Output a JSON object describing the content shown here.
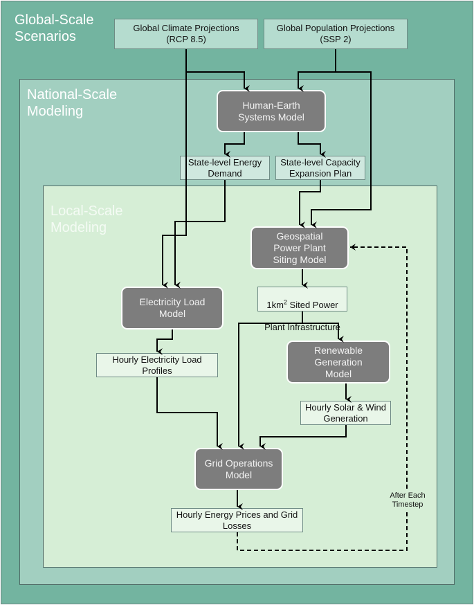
{
  "regions": {
    "global": "Global-Scale\nScenarios",
    "national": "National-Scale\nModeling",
    "local": "Local-Scale\nModeling"
  },
  "inputs": {
    "climate": "Global Climate Projections\n(RCP 8.5)",
    "population": "Global Population Projections\n(SSP 2)"
  },
  "models": {
    "human_earth": "Human-Earth\nSystems Model",
    "geospatial": "Geospatial\nPower Plant\nSiting Model",
    "electricity_load": "Electricity Load\nModel",
    "renewable": "Renewable\nGeneration\nModel",
    "grid_ops": "Grid Operations\nModel"
  },
  "outputs": {
    "energy_demand": "State-level Energy\nDemand",
    "capacity_plan": "State-level Capacity\nExpansion Plan",
    "sited_prefix": "1km",
    "sited_sup": "2",
    "sited_suffix": " Sited Power",
    "sited_line2": "Plant Infrastructure",
    "load_profiles": "Hourly Electricity Load\nProfiles",
    "solar_wind": "Hourly Solar & Wind\nGeneration",
    "prices_losses": "Hourly Energy Prices and Grid\nLosses"
  },
  "feedback_label": "After Each\nTimestep"
}
